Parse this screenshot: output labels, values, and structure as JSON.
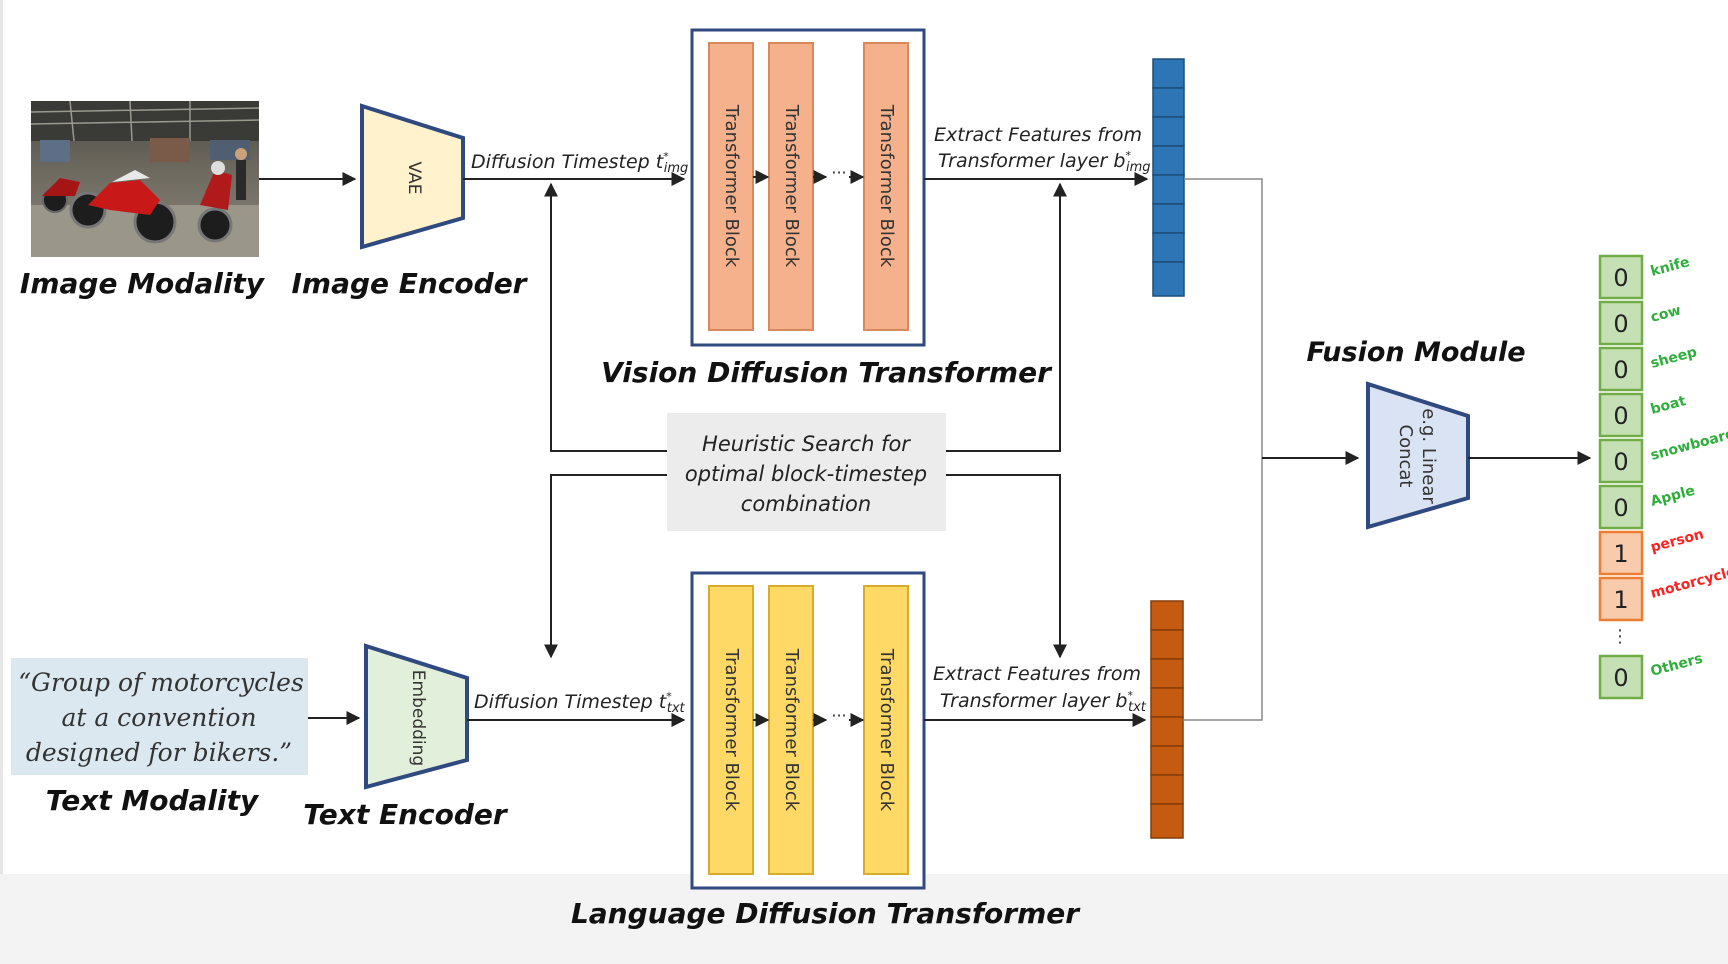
{
  "image_modality": {
    "label": "Image Modality"
  },
  "image_encoder": {
    "label": "Image Encoder",
    "block": "VAE",
    "arrow_label": "Diffusion Timestep t",
    "arrow_sub": "img",
    "arrow_sup": "*"
  },
  "vision_dit": {
    "label": "Vision Diffusion Transformer",
    "blocks": [
      "Transformer Block",
      "Transformer Block",
      "Transformer Block"
    ],
    "ellipsis": "···",
    "extract_line1": "Extract Features from",
    "extract_line2": "Transformer layer b",
    "extract_sub": "img",
    "extract_sup": "*",
    "colors": {
      "block_fill": "#f5b08c",
      "block_stroke": "#d9885c",
      "feature_fill": "#2e75b6"
    }
  },
  "heuristic": {
    "lines": [
      "Heuristic Search for",
      "optimal block-timestep",
      "combination"
    ]
  },
  "text_modality": {
    "label": "Text Modality",
    "quote_lines": [
      "“Group of motorcycles",
      "at a convention",
      "designed for bikers.”"
    ]
  },
  "text_encoder": {
    "label": "Text Encoder",
    "block": "Embedding",
    "arrow_label": "Diffusion Timestep t",
    "arrow_sub": "txt",
    "arrow_sup": "*"
  },
  "language_dit": {
    "label": "Language Diffusion Transformer",
    "blocks": [
      "Transformer Block",
      "Transformer Block",
      "Transformer Block"
    ],
    "ellipsis": "···",
    "extract_line1": "Extract Features from",
    "extract_line2": "Transformer layer b",
    "extract_sub": "txt",
    "extract_sup": "*",
    "colors": {
      "block_fill": "#ffd966",
      "block_stroke": "#d6ac2a",
      "feature_fill": "#c55a11"
    }
  },
  "fusion": {
    "label": "Fusion Module",
    "lines": [
      "e.g. Linear",
      "Concat"
    ]
  },
  "output": {
    "vdots": "⋮",
    "items": [
      {
        "value": "0",
        "label": "knife",
        "positive": false
      },
      {
        "value": "0",
        "label": "cow",
        "positive": false
      },
      {
        "value": "0",
        "label": "sheep",
        "positive": false
      },
      {
        "value": "0",
        "label": "boat",
        "positive": false
      },
      {
        "value": "0",
        "label": "snowboard",
        "positive": false
      },
      {
        "value": "0",
        "label": "Apple",
        "positive": false
      },
      {
        "value": "1",
        "label": "person",
        "positive": true
      },
      {
        "value": "1",
        "label": "motorcycle",
        "positive": true
      }
    ],
    "last": {
      "value": "0",
      "label": "Others",
      "positive": false
    },
    "colors": {
      "neg_fill": "#c5e0b4",
      "neg_stroke": "#70ad47",
      "neg_text": "#2fae3b",
      "pos_fill": "#f8cbad",
      "pos_stroke": "#ed7d31",
      "pos_text": "#ff2020"
    }
  }
}
